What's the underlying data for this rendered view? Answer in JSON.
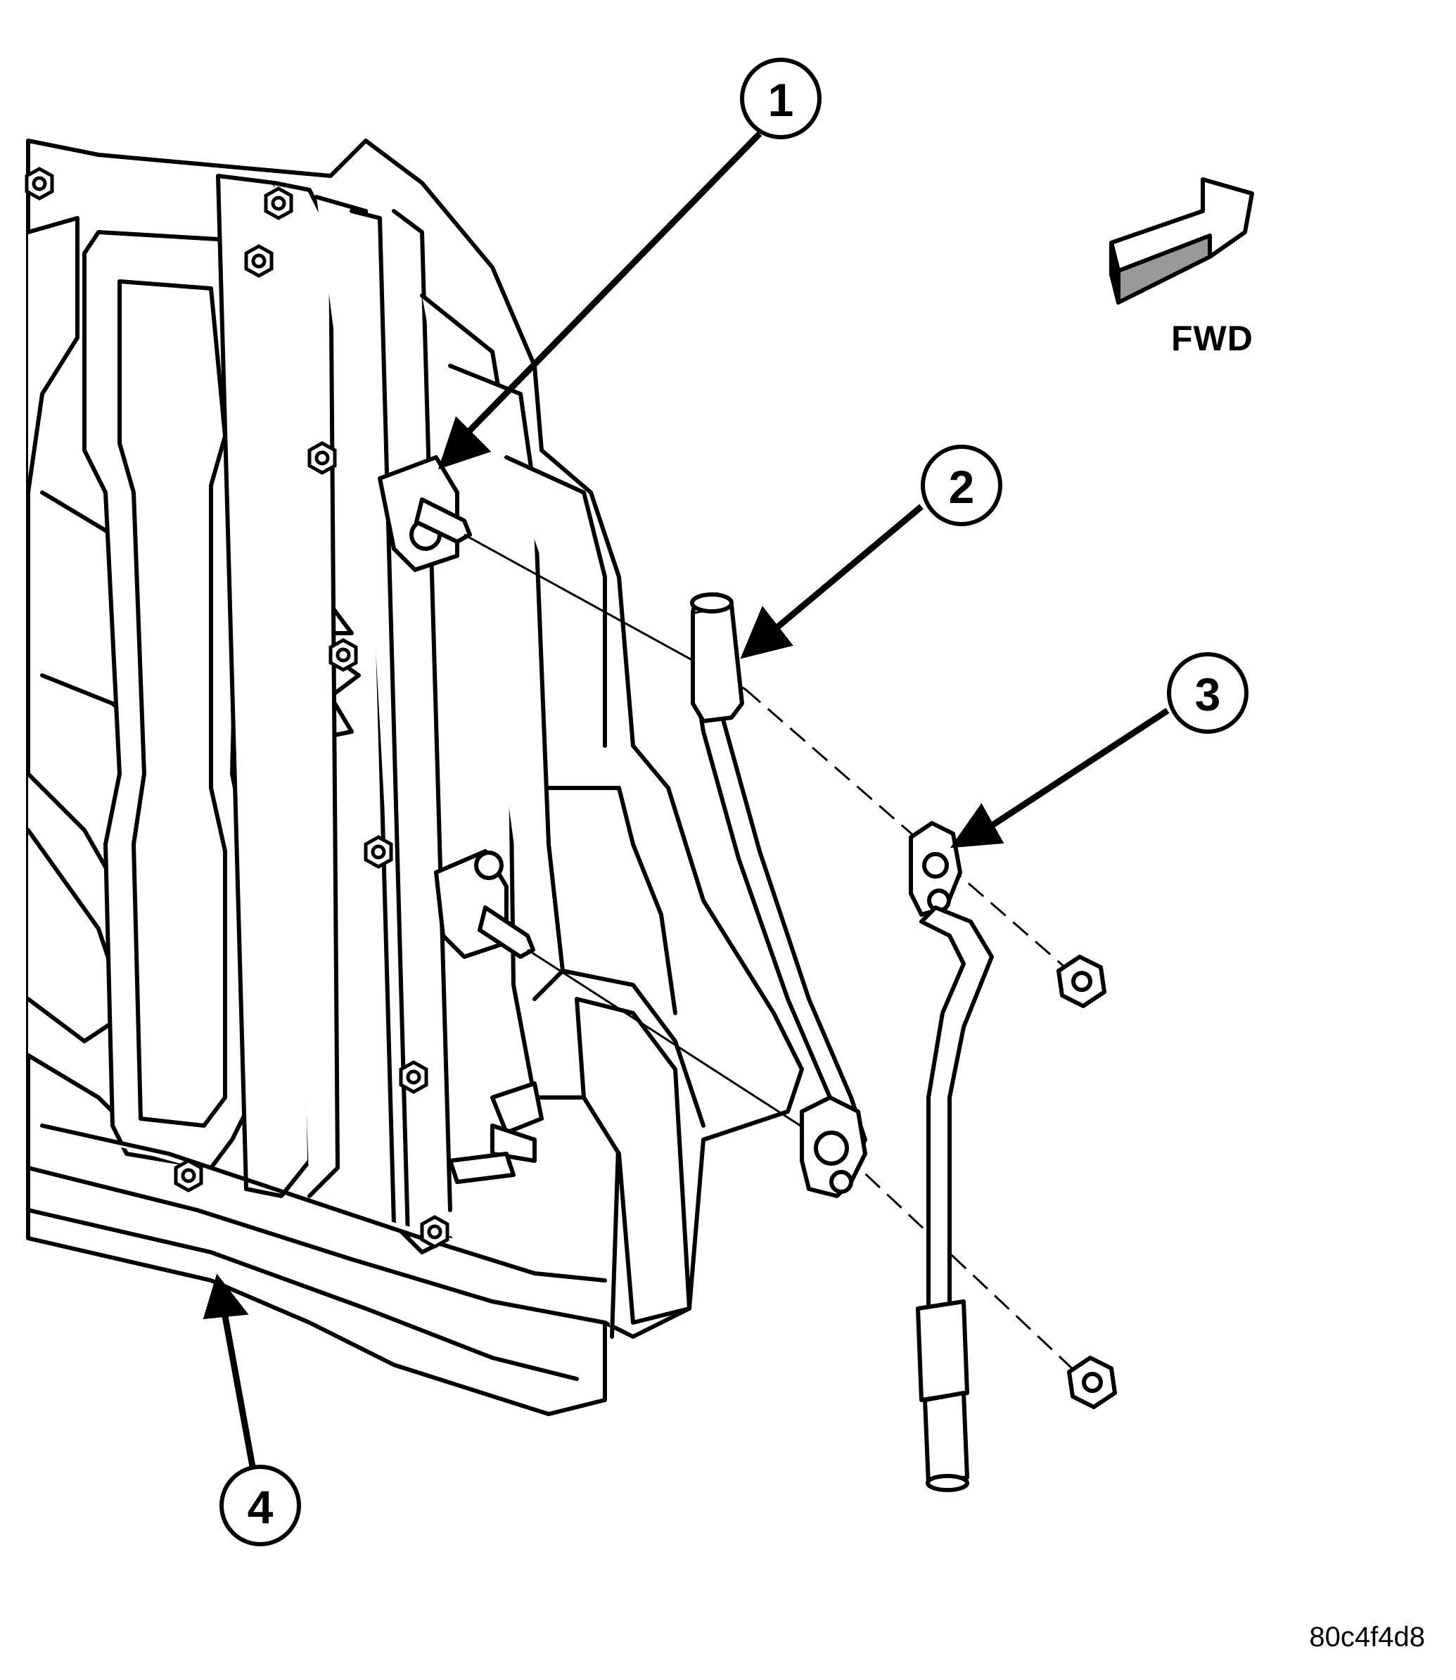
{
  "figure": {
    "direction_label": "FWD",
    "figure_id": "80c4f4d8"
  },
  "callouts": [
    {
      "number": "1"
    },
    {
      "number": "2"
    },
    {
      "number": "3"
    },
    {
      "number": "4"
    }
  ],
  "colors": {
    "line": "#000000",
    "background": "#ffffff",
    "part_fill": "#ffffff"
  }
}
